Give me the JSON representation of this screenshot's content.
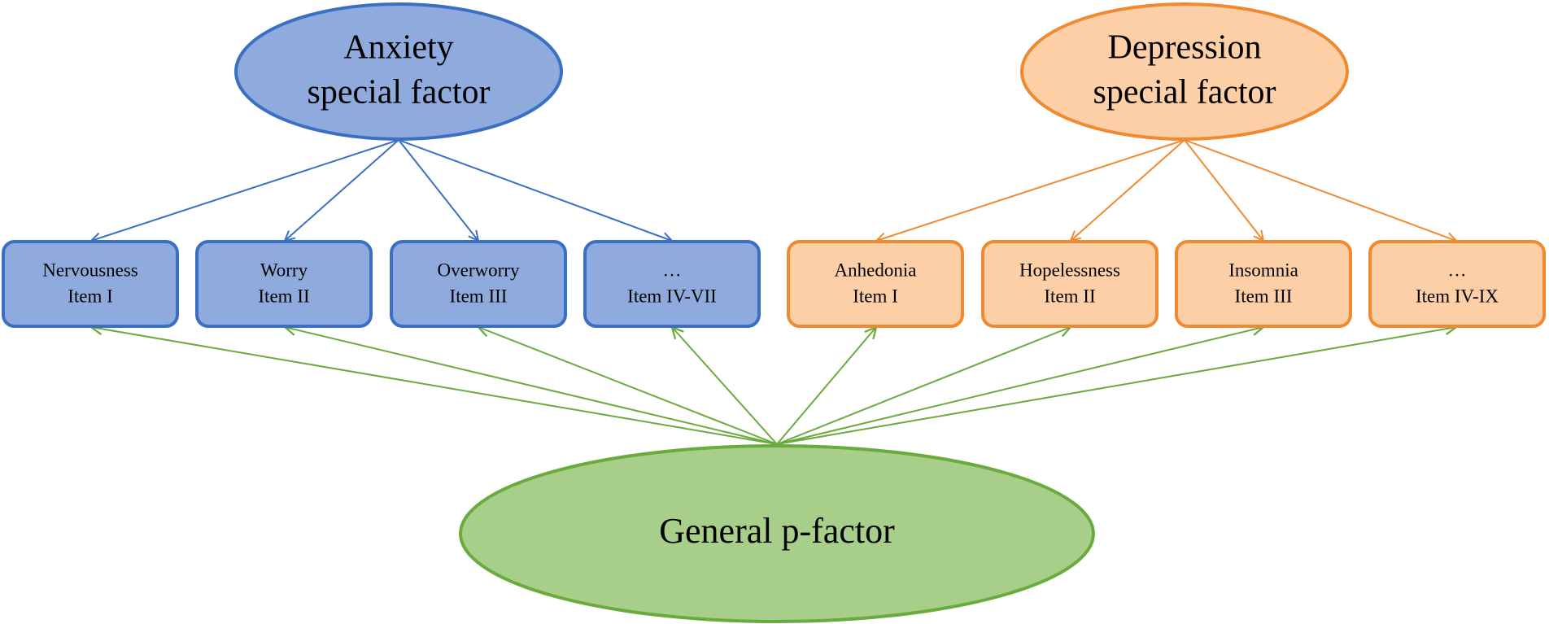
{
  "colors": {
    "anxiety_fill": "#8FAADC",
    "anxiety_stroke": "#3B6FC4",
    "depression_fill": "#FDCFA6",
    "depression_stroke": "#F08A30",
    "general_fill": "#A7CF8A",
    "general_stroke": "#6AAB3E"
  },
  "factors": {
    "anxiety": {
      "line1": "Anxiety",
      "line2": "special factor"
    },
    "depression": {
      "line1": "Depression",
      "line2": "special factor"
    },
    "general": {
      "label": "General p-factor"
    }
  },
  "anxiety_items": [
    {
      "name": "Nervousness",
      "item": "Item I"
    },
    {
      "name": "Worry",
      "item": "Item II"
    },
    {
      "name": "Overworry",
      "item": "Item III"
    },
    {
      "name": "…",
      "item": "Item IV-VII"
    }
  ],
  "depression_items": [
    {
      "name": "Anhedonia",
      "item": "Item I"
    },
    {
      "name": "Hopelessness",
      "item": "Item II"
    },
    {
      "name": "Insomnia",
      "item": "Item III"
    },
    {
      "name": "…",
      "item": "Item IV-IX"
    }
  ]
}
